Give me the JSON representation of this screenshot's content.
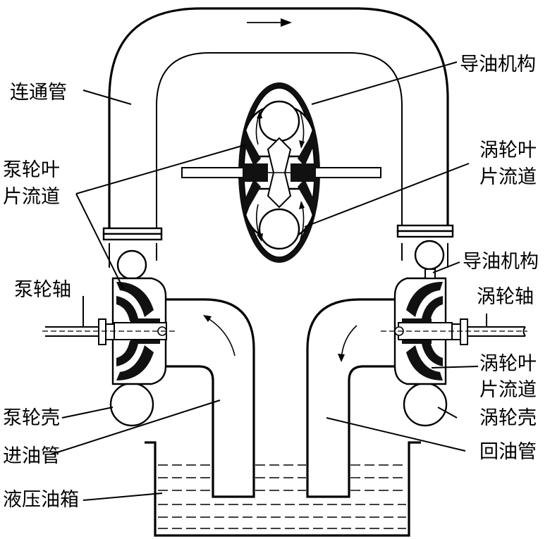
{
  "labels": {
    "connecting_pipe": "连通管",
    "oil_guide_top": "导油机构",
    "pump_blade_channel_l1": "泵轮叶",
    "pump_blade_channel_l2": "片流道",
    "turbine_blade_channel_top_l1": "涡轮叶",
    "turbine_blade_channel_top_l2": "片流道",
    "oil_guide_right": "导油机构",
    "pump_shaft": "泵轮轴",
    "turbine_shaft": "涡轮轴",
    "turbine_blade_channel_bot_l1": "涡轮叶",
    "turbine_blade_channel_bot_l2": "片流道",
    "pump_housing": "泵轮壳",
    "turbine_housing": "涡轮壳",
    "inlet_pipe": "进油管",
    "return_pipe": "回油管",
    "hydraulic_tank": "液压油箱"
  },
  "colors": {
    "line": "#000000",
    "background": "#ffffff",
    "solid_fill": "#111111"
  }
}
